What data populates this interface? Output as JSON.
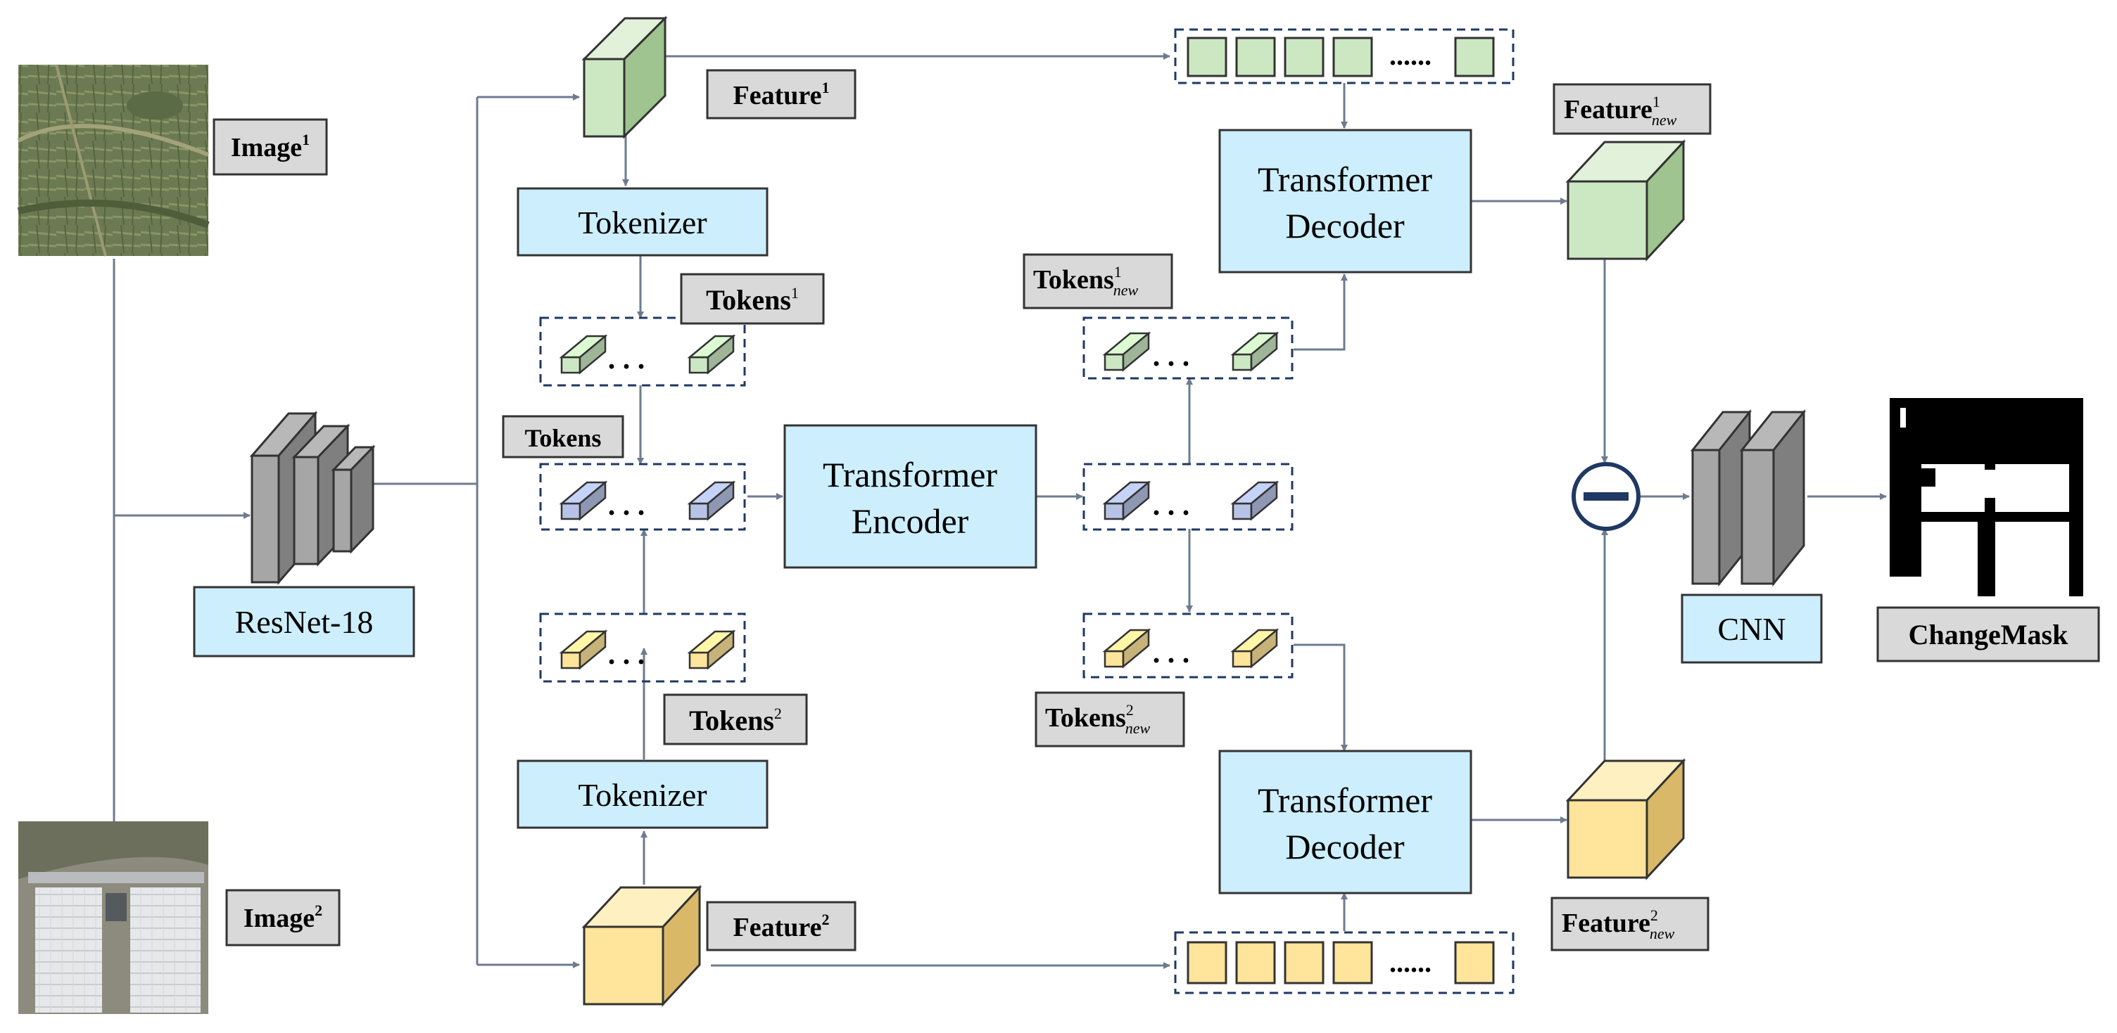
{
  "images": {
    "image1_label": "Image",
    "image1_sup": "1",
    "image2_label": "Image",
    "image2_sup": "2"
  },
  "backbone": {
    "label": "ResNet-18"
  },
  "features": {
    "f1_label": "Feature",
    "f1_sup": "1",
    "f2_label": "Feature",
    "f2_sup": "2",
    "f1_new_label": "Feature",
    "f1_new_sup": "1",
    "f1_new_sub": "new",
    "f2_new_label": "Feature",
    "f2_new_sup": "2",
    "f2_new_sub": "new"
  },
  "tokenizers": {
    "top": "Tokenizer",
    "bottom": "Tokenizer"
  },
  "tokens": {
    "t1_label": "Tokens",
    "t1_sup": "1",
    "t2_label": "Tokens",
    "t2_sup": "2",
    "concat_label": "Tokens",
    "t1_new_label": "Tokens",
    "t1_new_sup": "1",
    "t1_new_sub": "new",
    "t2_new_label": "Tokens",
    "t2_new_sup": "2",
    "t2_new_sub": "new",
    "ellipsis": ". . ."
  },
  "encoder": {
    "line1": "Transformer",
    "line2": "Encoder"
  },
  "decoders": {
    "top_line1": "Transformer",
    "top_line2": "Decoder",
    "bottom_line1": "Transformer",
    "bottom_line2": "Decoder"
  },
  "sequence": {
    "dots": "......"
  },
  "head": {
    "cnn_label": "CNN",
    "output_label": "ChangeMask"
  },
  "colors": {
    "green_front": "#cce8c3",
    "green_top": "#dff0d6",
    "green_side": "#9fc48f",
    "blue_front": "#b7c3e6",
    "yellow_front": "#ffe49b",
    "process_box": "#cdeefc",
    "label_box": "#d9d9d9",
    "arrow": "#6e7b8f",
    "dark_navy": "#1f3864"
  }
}
